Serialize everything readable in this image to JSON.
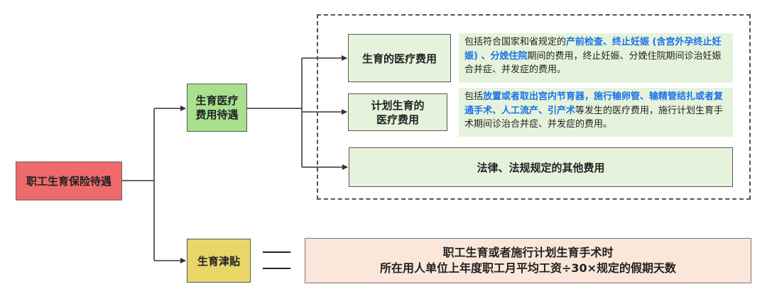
{
  "root": {
    "label": "职工生育保险待遇"
  },
  "medical_benefit": {
    "line1": "生育医疗",
    "line2": "费用待遇"
  },
  "birth_medical_cost": {
    "label": "生育的医疗费用"
  },
  "birth_medical_desc": {
    "p1": "包括符合国家和省规定的",
    "hl1": "产前检查、终止妊娠 (含宫外孕终止妊娠) 、分娩住院",
    "p2": "期间的费用，终止妊娠、分娩住院期间诊治妊娠合并症、并发症的费用。"
  },
  "plan_medical_cost": {
    "line1": "计划生育的",
    "line2": "医疗费用"
  },
  "plan_medical_desc": {
    "p1": "包括",
    "hl1": "放置或者取出宫内节育器，施行输卵管、输精管结扎或者复通手术、人工流产、引产术",
    "p2": "等发生的医疗费用，施行计划生育手术期间诊治合并症、并发症的费用。"
  },
  "other_cost": {
    "label": "法律、法规规定的其他费用"
  },
  "allowance": {
    "label": "生育津贴"
  },
  "formula": {
    "line1": "职工生育或者施行计划生育手术时",
    "line2": "所在用人单位上年度职工月平均工资÷30×规定的假期天数"
  },
  "colors": {
    "root": "#ef6b6b",
    "medical": "#a8e08f",
    "allowance": "#e8d668",
    "sub_box": "#e6f3dc",
    "formula": "#fbe7d9",
    "highlight": "#1a73e8"
  }
}
